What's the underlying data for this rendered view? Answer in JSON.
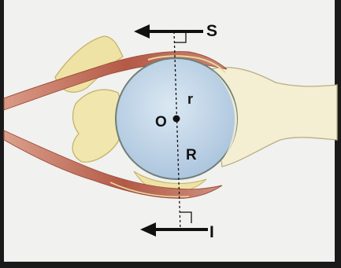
{
  "labels": {
    "superior": "S",
    "inferior": "I",
    "center": "O",
    "small_radius": "r",
    "large_radius": "R"
  },
  "colors": {
    "background": "#f1f1ef",
    "bone": "#f0e4a6",
    "bone_outline": "#c9b86a",
    "muscle": "#c8786a",
    "muscle_dark": "#a5523f",
    "eyeball": "#bfd6ea",
    "eyeball_outline": "#6f7f77",
    "arrow": "#111111"
  }
}
